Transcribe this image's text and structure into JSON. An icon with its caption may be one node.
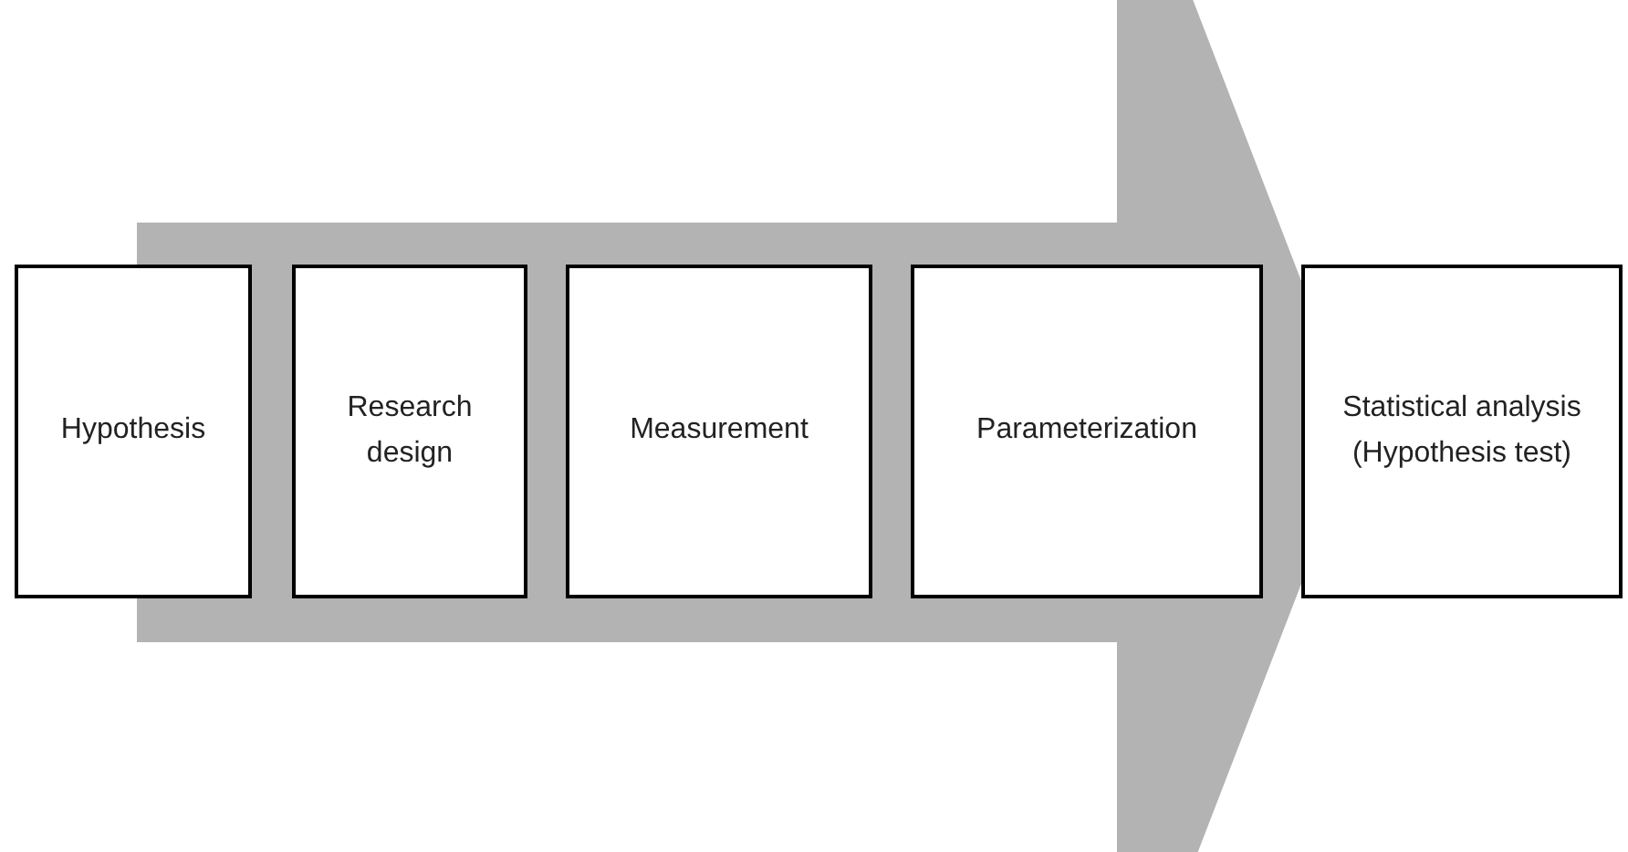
{
  "diagram": {
    "nodes": [
      {
        "text": [
          "Hypothesis"
        ]
      },
      {
        "text": [
          "Research design"
        ]
      },
      {
        "text": [
          "Measurement"
        ]
      },
      {
        "text": [
          "Parameterization"
        ]
      },
      {
        "text": [
          "Statistical analysis (Hypothesis test)"
        ]
      }
    ],
    "edges": [
      {
        "from": 0,
        "to": 4,
        "arrow": "to",
        "style": "thick",
        "color": "#b3b3b3"
      }
    ]
  }
}
